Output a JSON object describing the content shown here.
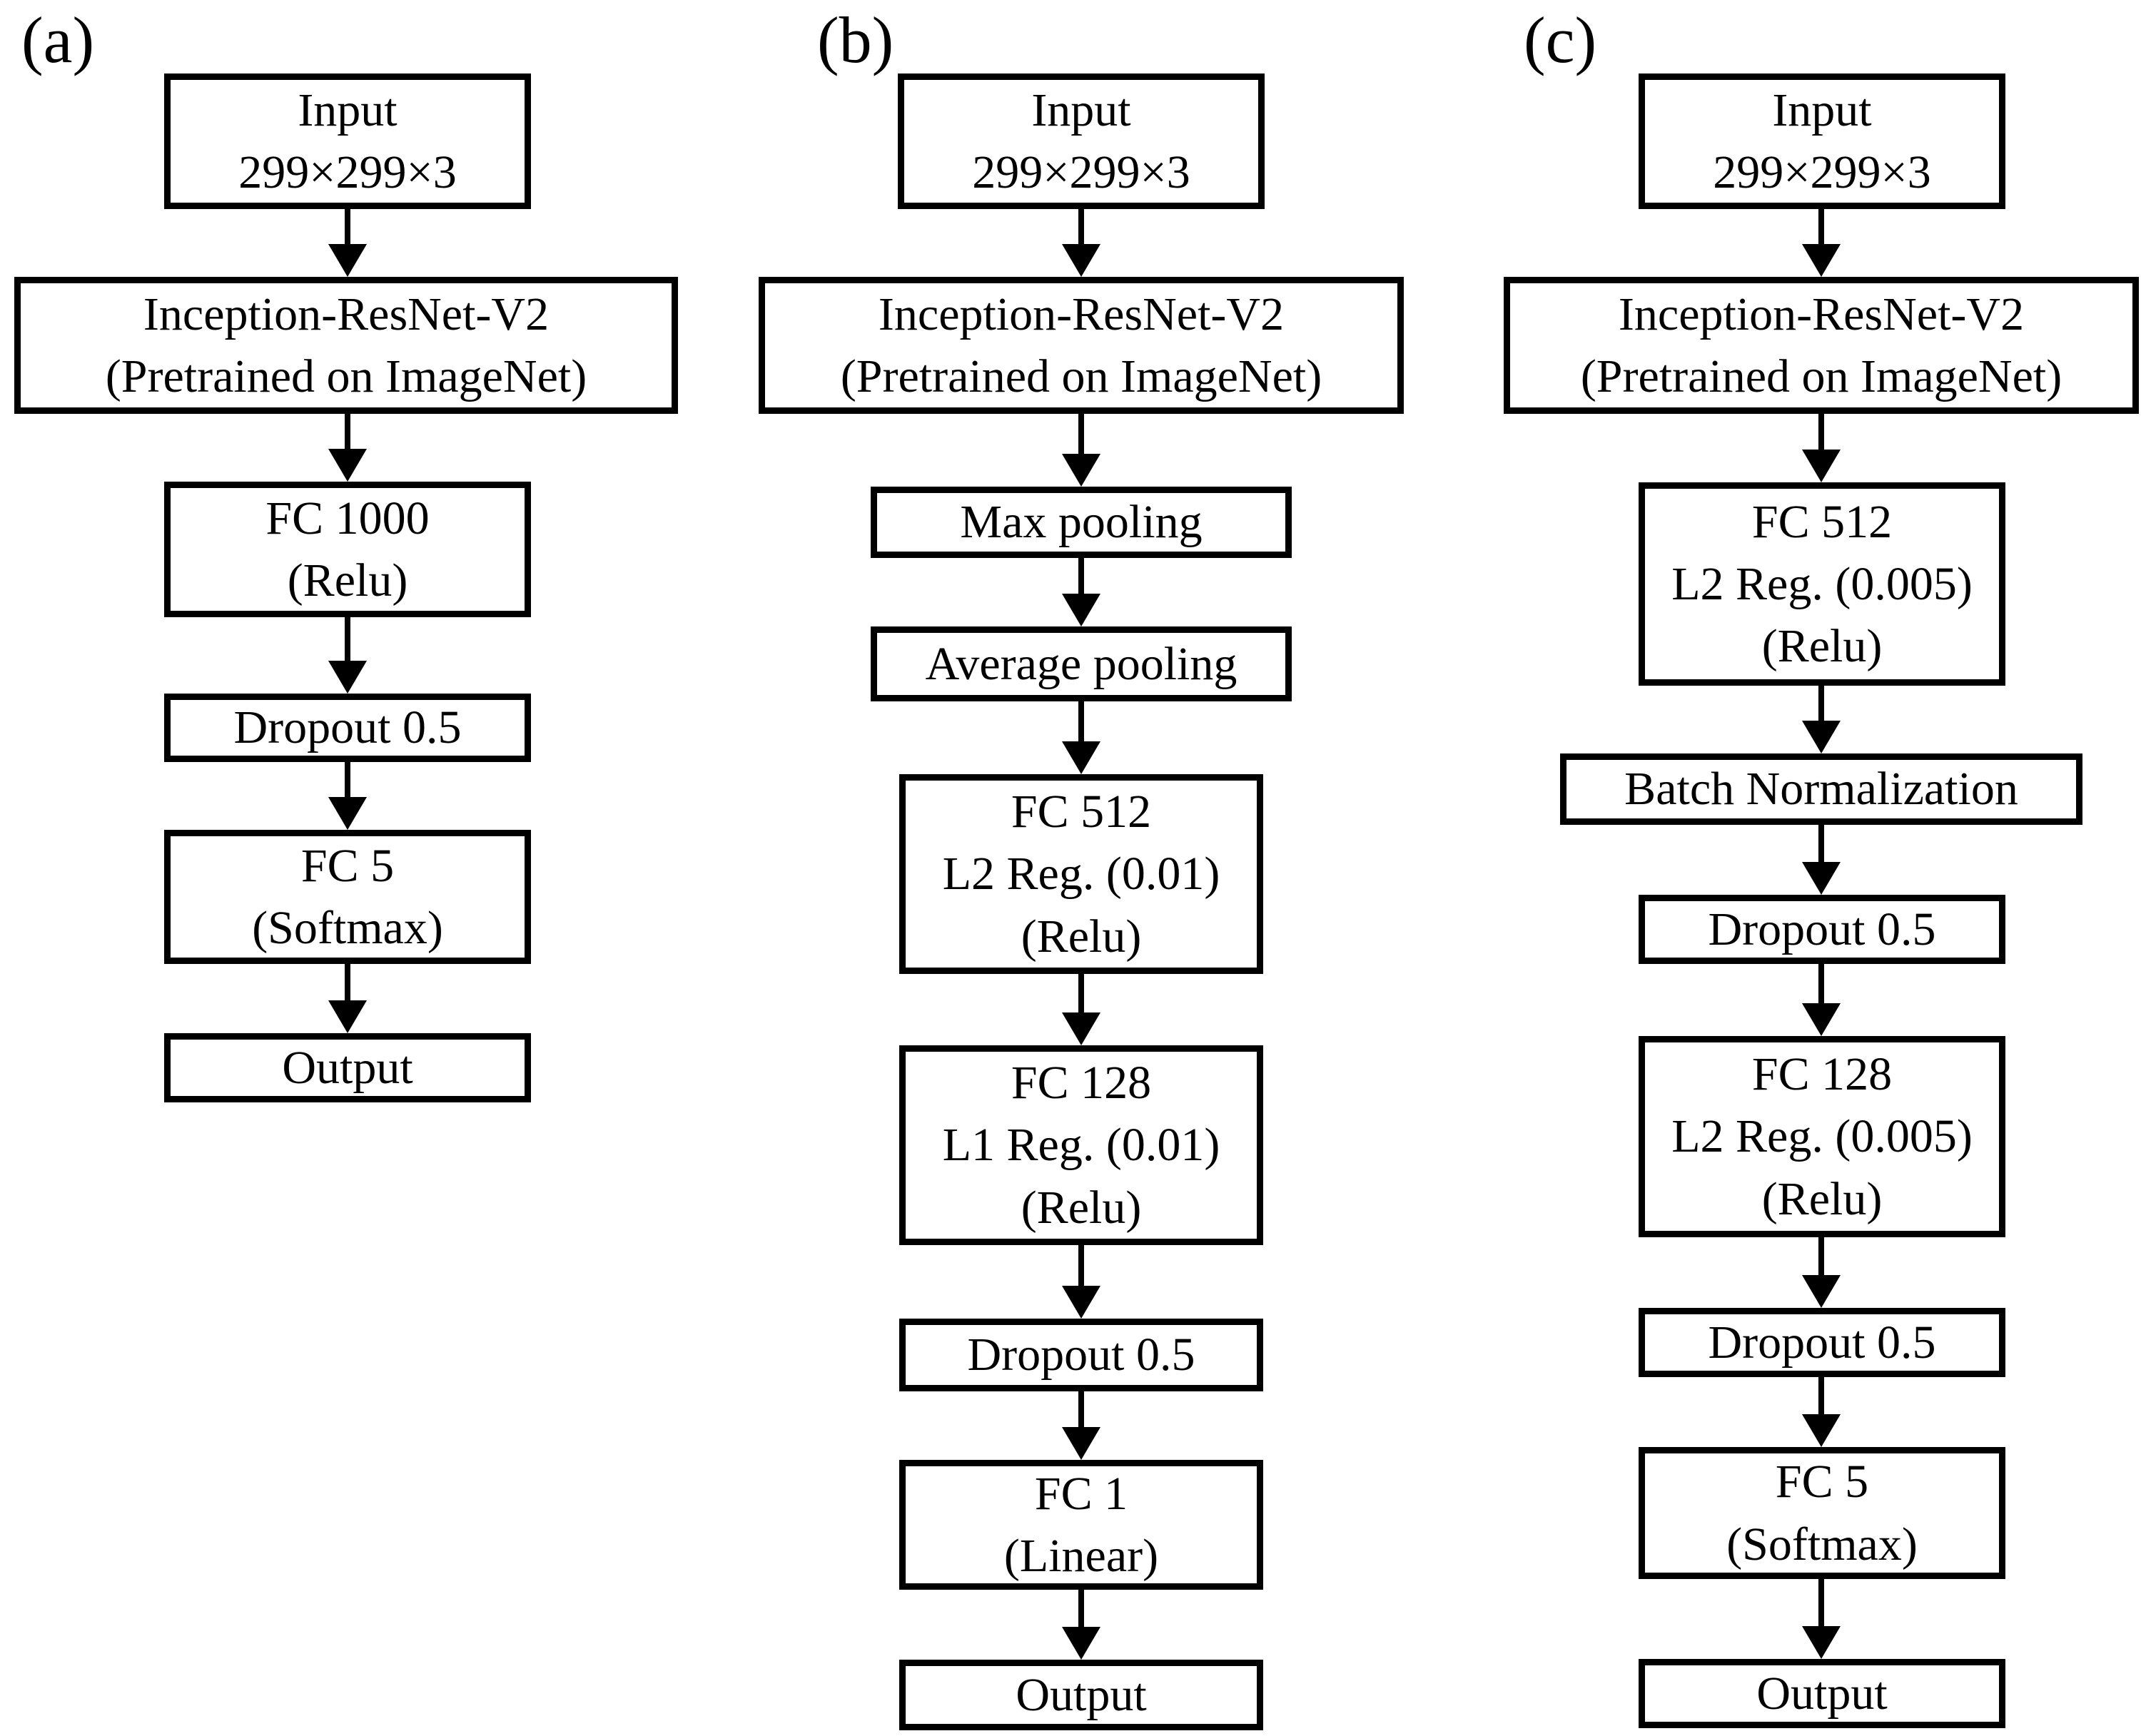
{
  "figure": {
    "colors": {
      "stroke": "#000000",
      "background": "#ffffff",
      "text": "#000000"
    },
    "panels": [
      {
        "label": "(a)",
        "nodes": [
          {
            "id": "input",
            "text": "Input\n299×299×3"
          },
          {
            "id": "backbone",
            "text": "Inception-ResNet-V2\n(Pretrained on ImageNet)"
          },
          {
            "id": "fc1000",
            "text": "FC 1000\n(Relu)"
          },
          {
            "id": "dropout",
            "text": "Dropout 0.5"
          },
          {
            "id": "fc5",
            "text": "FC 5\n(Softmax)"
          },
          {
            "id": "output",
            "text": "Output"
          }
        ]
      },
      {
        "label": "(b)",
        "nodes": [
          {
            "id": "input",
            "text": "Input\n299×299×3"
          },
          {
            "id": "backbone",
            "text": "Inception-ResNet-V2\n(Pretrained on ImageNet)"
          },
          {
            "id": "maxpool",
            "text": "Max pooling"
          },
          {
            "id": "avgpool",
            "text": "Average pooling"
          },
          {
            "id": "fc512",
            "text": "FC 512\nL2 Reg. (0.01)\n(Relu)"
          },
          {
            "id": "fc128",
            "text": "FC 128\nL1 Reg. (0.01)\n(Relu)"
          },
          {
            "id": "dropout",
            "text": "Dropout 0.5"
          },
          {
            "id": "fc1",
            "text": "FC 1\n(Linear)"
          },
          {
            "id": "output",
            "text": "Output"
          }
        ]
      },
      {
        "label": "(c)",
        "nodes": [
          {
            "id": "input",
            "text": "Input\n299×299×3"
          },
          {
            "id": "backbone",
            "text": "Inception-ResNet-V2\n(Pretrained on ImageNet)"
          },
          {
            "id": "fc512",
            "text": "FC 512\nL2 Reg. (0.005)\n(Relu)"
          },
          {
            "id": "batchnorm",
            "text": "Batch Normalization"
          },
          {
            "id": "dropout1",
            "text": "Dropout 0.5"
          },
          {
            "id": "fc128",
            "text": "FC 128\nL2 Reg. (0.005)\n(Relu)"
          },
          {
            "id": "dropout2",
            "text": "Dropout 0.5"
          },
          {
            "id": "fc5",
            "text": "FC 5\n(Softmax)"
          },
          {
            "id": "output",
            "text": "Output"
          }
        ]
      }
    ]
  }
}
